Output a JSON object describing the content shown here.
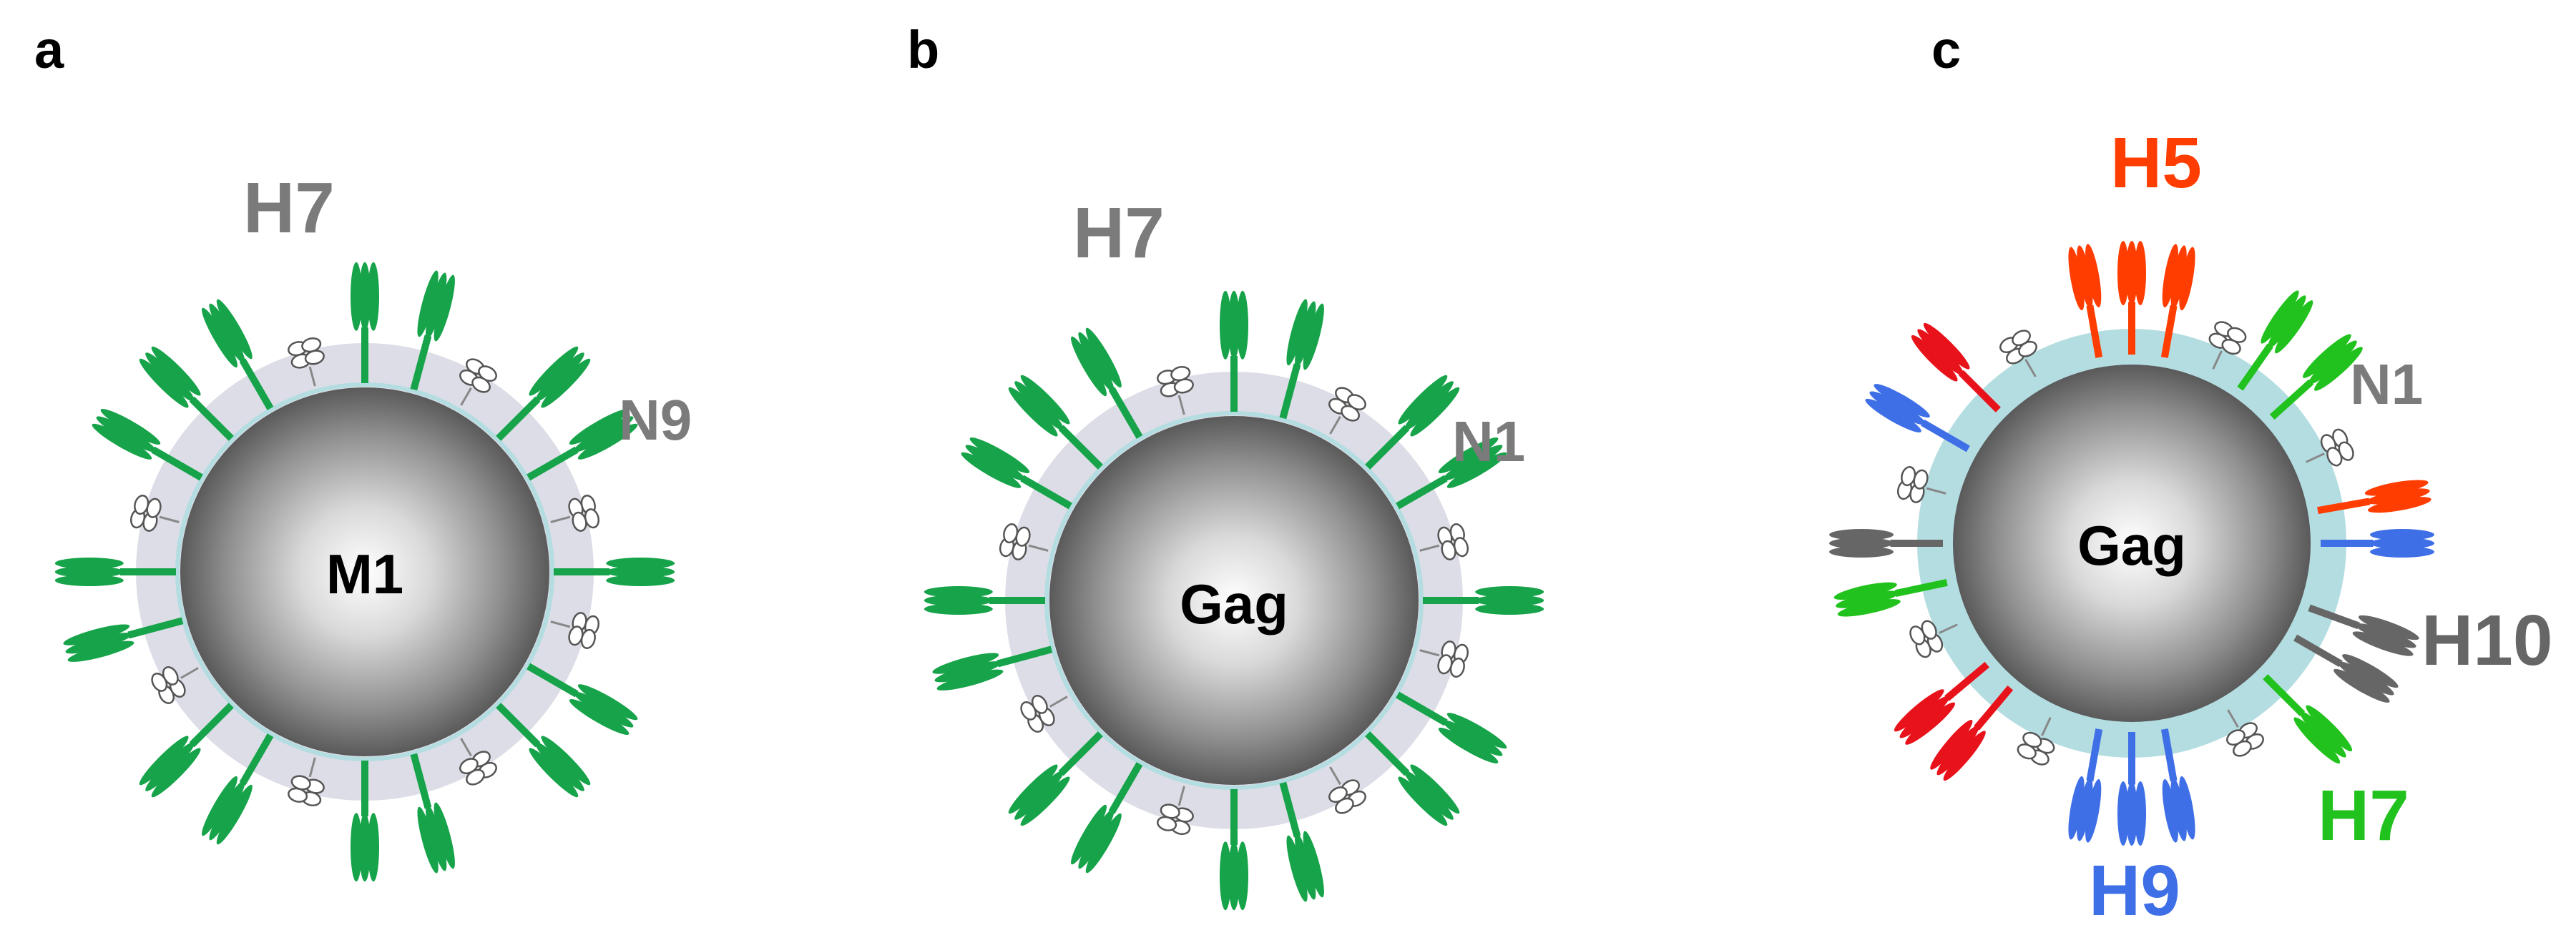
{
  "colors": {
    "ha_green": "#16a34a",
    "h5_red": "#ff3d00",
    "h5_red_dark": "#e8121b",
    "h9_blue": "#3f6fe6",
    "h10_gray": "#666666",
    "h7_lime": "#22c21e",
    "membrane_a": "#dcdde6",
    "membrane_c": "#b4dde1",
    "label_gray": "#7b7b7b",
    "na_outline": "#555555"
  },
  "panels": [
    {
      "letter": "a",
      "core_label": "M1",
      "ha_label": "H7",
      "na_label": "N9",
      "icons": [
        "hemagglutinin-icon",
        "neuraminidase-icon"
      ]
    },
    {
      "letter": "b",
      "core_label": "Gag",
      "ha_label": "H7",
      "na_label": "N1",
      "icons": [
        "hemagglutinin-icon",
        "neuraminidase-icon"
      ]
    },
    {
      "letter": "c",
      "core_label": "Gag",
      "na_label": "N1",
      "ha_labels": [
        {
          "text": "H5",
          "color": "#ff3d00"
        },
        {
          "text": "H10",
          "color": "#666666"
        },
        {
          "text": "H7",
          "color": "#22c21e"
        },
        {
          "text": "H9",
          "color": "#3f6fe6"
        }
      ],
      "icons": [
        "hemagglutinin-icon",
        "neuraminidase-icon"
      ]
    }
  ]
}
